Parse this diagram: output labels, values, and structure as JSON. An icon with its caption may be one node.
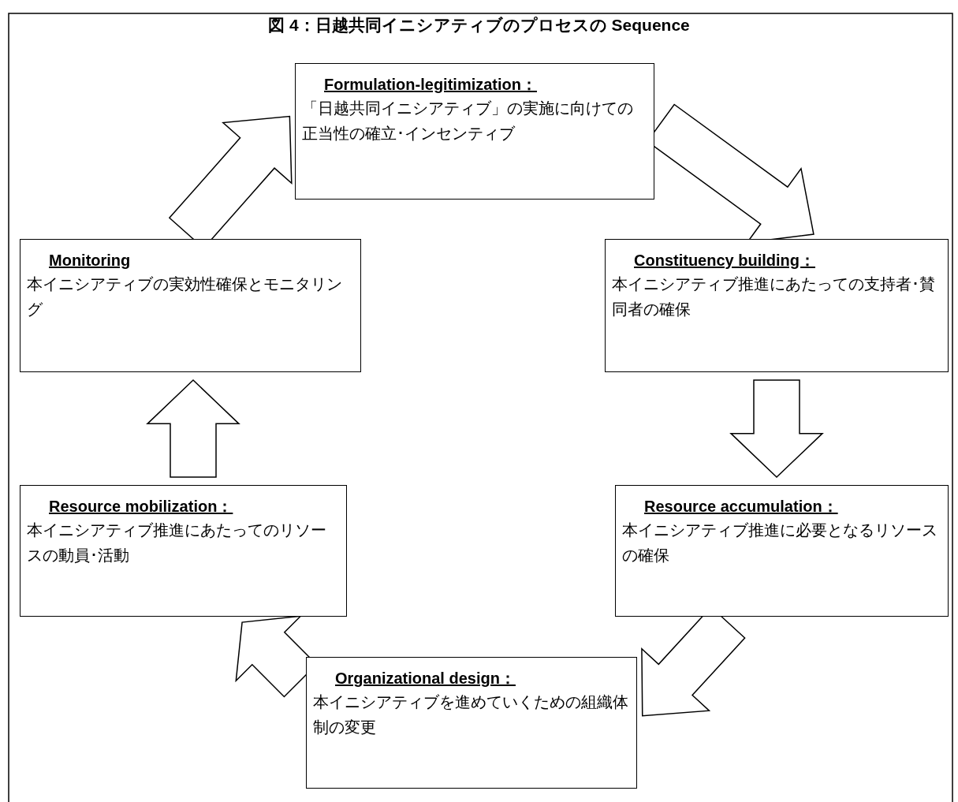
{
  "diagram": {
    "title": "図 4：日越共同イニシアティブのプロセスの Sequence",
    "nodes": [
      {
        "text": [
          "Formulation-legitimization：",
          "「日越共同イニシアティブ」の実施に向けての正当性の確立･インセンティブ"
        ]
      },
      {
        "text": [
          "Monitoring",
          "本イニシアティブの実効性確保とモニタリング"
        ]
      },
      {
        "text": [
          "Constituency building：",
          "本イニシアティブ推進にあたっての支持者･賛同者の確保"
        ]
      },
      {
        "text": [
          "Resource mobilization：",
          "本イニシアティブ推進にあたってのリソースの動員･活動"
        ]
      },
      {
        "text": [
          "Resource accumulation：",
          "本イニシアティブ推進に必要となるリソースの確保"
        ]
      },
      {
        "text": [
          "Organizational design：",
          "本イニシアティブを進めていくための組織体制の変更"
        ]
      }
    ],
    "edges": [
      {
        "from": 0,
        "to": 2,
        "arrow": "to"
      },
      {
        "from": 2,
        "to": 4,
        "arrow": "to"
      },
      {
        "from": 4,
        "to": 5,
        "arrow": "to"
      },
      {
        "from": 5,
        "to": 3,
        "arrow": "to"
      },
      {
        "from": 3,
        "to": 1,
        "arrow": "to"
      },
      {
        "from": 1,
        "to": 0,
        "arrow": "to"
      }
    ]
  }
}
